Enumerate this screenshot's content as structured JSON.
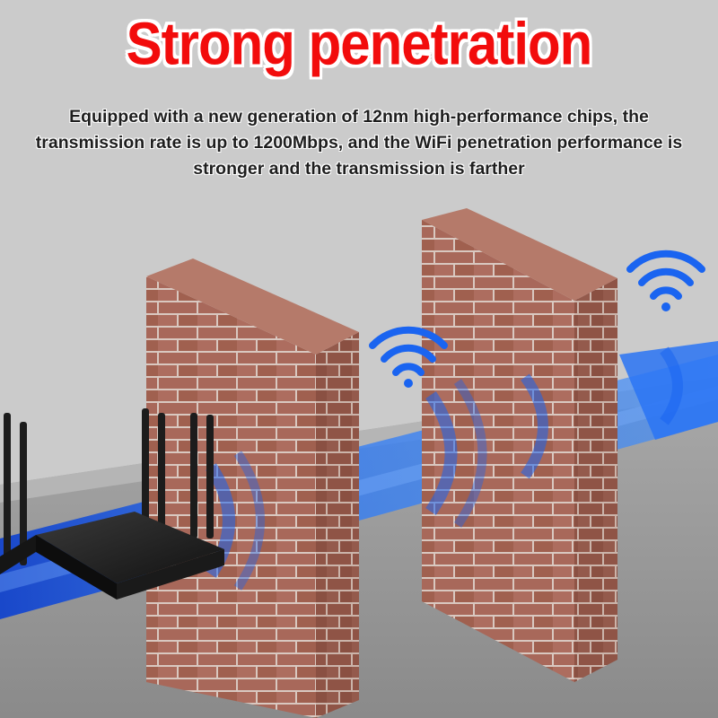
{
  "headline": "Strong penetration",
  "description": "Equipped with a new generation of 12nm high-performance chips, the transmission rate is up to 1200Mbps, and the WiFi penetration performance is stronger and the transmission is farther",
  "colors": {
    "headline_red": "#f20c0c",
    "signal_blue": "#1a64f0",
    "brick": "#a8685a",
    "mortar": "#d7c7bf",
    "wall_background": "#c9c9c9",
    "floor": "#9b9b9b",
    "router_body": "#1c1c1c"
  },
  "icons": [
    "wifi-icon",
    "router-image",
    "brick-wall",
    "signal-beam"
  ]
}
